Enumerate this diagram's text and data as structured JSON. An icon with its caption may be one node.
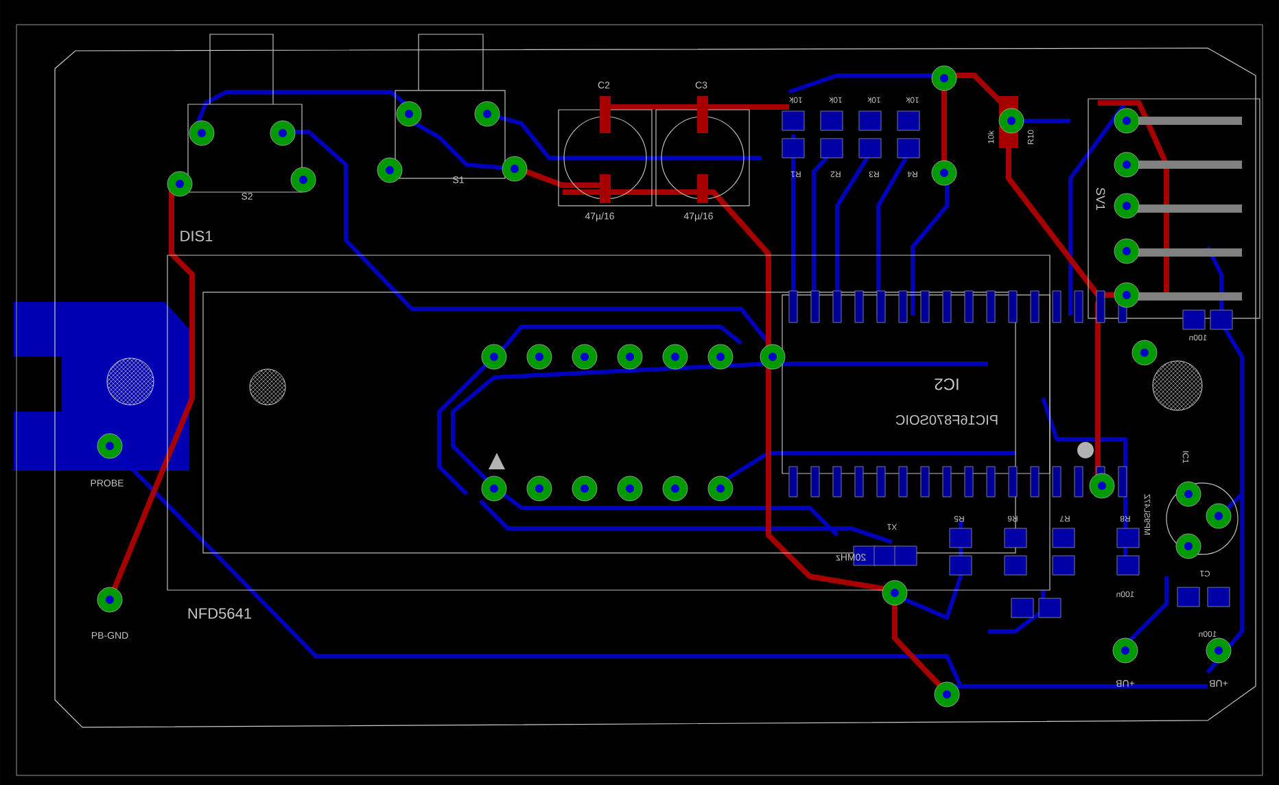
{
  "diagram": {
    "labels": [
      "S2",
      "S1",
      "C2",
      "C3",
      "47µ/16",
      "47µ/16",
      "10k",
      "10k",
      "10k",
      "10k",
      "R1",
      "R2",
      "R3",
      "R4",
      "10k",
      "R10",
      "SV1",
      "DIS1",
      "NFD5641",
      "PROBE",
      "PB-GND",
      "IC2",
      "PIC16F870SOIC",
      "X1",
      "20MHz",
      "R5",
      "R6",
      "R7",
      "R8",
      "100n",
      "IC1",
      "MP9SL47Z",
      "C1",
      "100n",
      "100n",
      "+UB",
      "+UB"
    ]
  }
}
